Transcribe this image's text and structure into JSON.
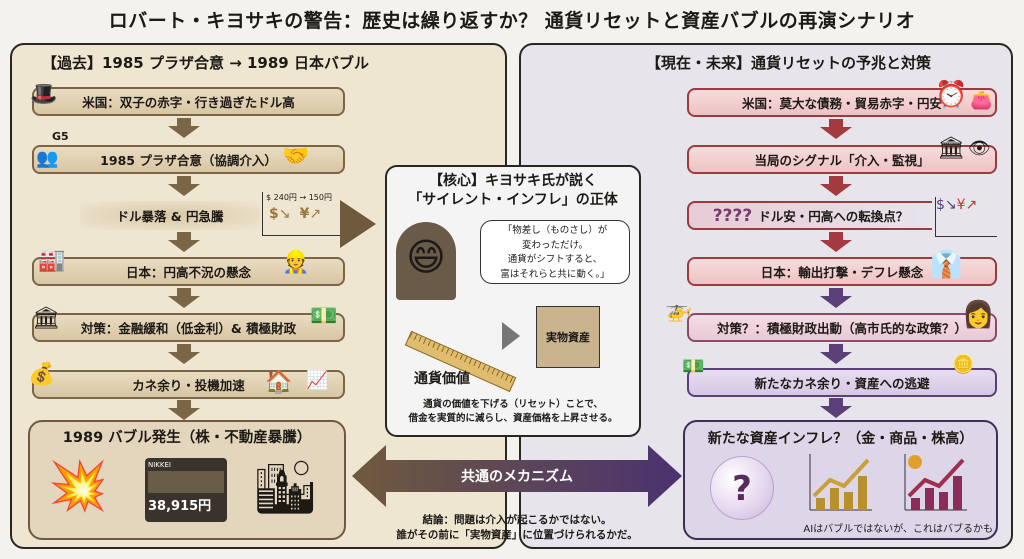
{
  "title": "ロバート・キヨサキの警告：歴史は繰り返すか？ 通貨リセットと資産バブルの再演シナリオ",
  "left": {
    "title": "【過去】1985 プラザ合意 → 1989 日本バブル",
    "steps": [
      "米国：双子の赤字・行き過ぎたドル高",
      "1985 プラザ合意（協調介入）",
      "ドル暴落 & 円急騰",
      "日本：円高不況の懸念",
      "対策：金融緩和（低金利）& 積極財政",
      "カネ余り・投機加速"
    ],
    "g5_label": "G5",
    "fx_label": "$ 240円 → 150円",
    "fx_symbols": [
      "$",
      "¥"
    ],
    "result": {
      "title": "1989 バブル発生（株・不動産暴騰）",
      "nikkei_label": "NIKKEI",
      "nikkei_value": "38,915円"
    }
  },
  "center": {
    "title_line1": "【核心】キヨサキ氏が説く",
    "title_line2": "「サイレント・インフレ」の正体",
    "quote": [
      "「物差し（ものさし）が",
      "変わっただけ。",
      "通貨がシフトすると、",
      "富はそれらと共に動く。」"
    ],
    "ruler_label": "通貨価値",
    "box_label": "実物資産",
    "explanation": [
      "通貨の価値を下げる（リセット）ことで、",
      "借金を実質的に減らし、資産価格を上昇させる。"
    ]
  },
  "right": {
    "title": "【現在・未来】通貨リセットの予兆と対策",
    "steps": [
      "米国：莫大な債務・貿易赤字・円安",
      "当局のシグナル「介入・監視」",
      "ドル安・円高への転換点？",
      "日本：輸出打撃・デフレ懸念",
      "対策？：積極財政出動（高市氏的な政策？）",
      "新たなカネ余り・資産への逃避"
    ],
    "question_marks": "????",
    "result": {
      "title": "新たな資産インフレ？（金・商品・株高）",
      "caption": "AIはバブルではないが、これはバブるかも"
    }
  },
  "mechanism": "共通のメカニズム",
  "conclusion": [
    "結論：問題は介入が起こるかではない。",
    "誰がその前に「実物資産」に位置づけられるかだ。"
  ],
  "colors": {
    "past": "#7b6547",
    "future_red": "#a33a40",
    "future_purple": "#5a3f78",
    "past_bg": "#efe6d2",
    "future_bg": "#e7e4ec"
  }
}
